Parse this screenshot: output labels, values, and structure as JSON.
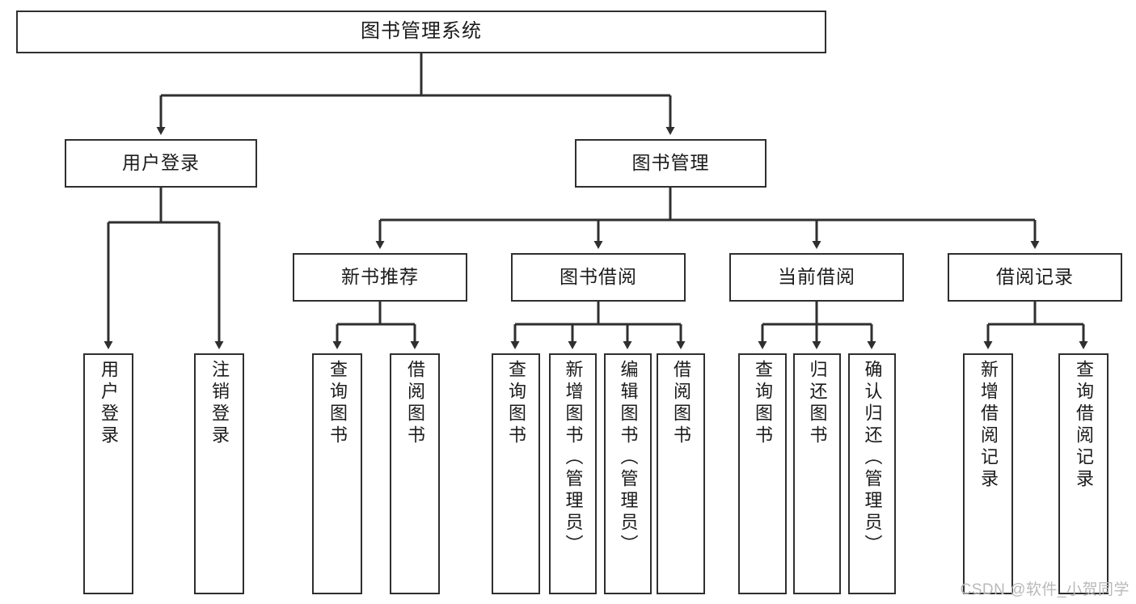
{
  "diagram": {
    "type": "tree-hierarchy-flowchart",
    "title": "图书管理系统",
    "colors": {
      "box_border": "#2f2f2f",
      "box_fill": "#ffffff",
      "connector": "#2f2f2f",
      "text": "#1b1b1b",
      "watermark": "#b9b9b9"
    },
    "root": {
      "label": "图书管理系统"
    },
    "level2": [
      {
        "label": "用户登录"
      },
      {
        "label": "图书管理"
      }
    ],
    "level3": [
      {
        "label": "新书推荐"
      },
      {
        "label": "图书借阅"
      },
      {
        "label": "当前借阅"
      },
      {
        "label": "借阅记录"
      }
    ],
    "leaves": {
      "user_login": [
        {
          "label": "用户登录"
        },
        {
          "label": "注销登录"
        }
      ],
      "new_book_recommend": [
        {
          "label": "查询图书"
        },
        {
          "label": "借阅图书"
        }
      ],
      "book_borrow": [
        {
          "label": "查询图书"
        },
        {
          "label": "新增图书（管理员）"
        },
        {
          "label": "编辑图书（管理员）"
        },
        {
          "label": "借阅图书"
        }
      ],
      "current_borrow": [
        {
          "label": "查询图书"
        },
        {
          "label": "归还图书"
        },
        {
          "label": "确认归还（管理员）"
        }
      ],
      "borrow_record": [
        {
          "label": "新增借阅记录"
        },
        {
          "label": "查询借阅记录"
        }
      ]
    }
  },
  "watermark": {
    "text": "CSDN @软件_小贺同学"
  }
}
